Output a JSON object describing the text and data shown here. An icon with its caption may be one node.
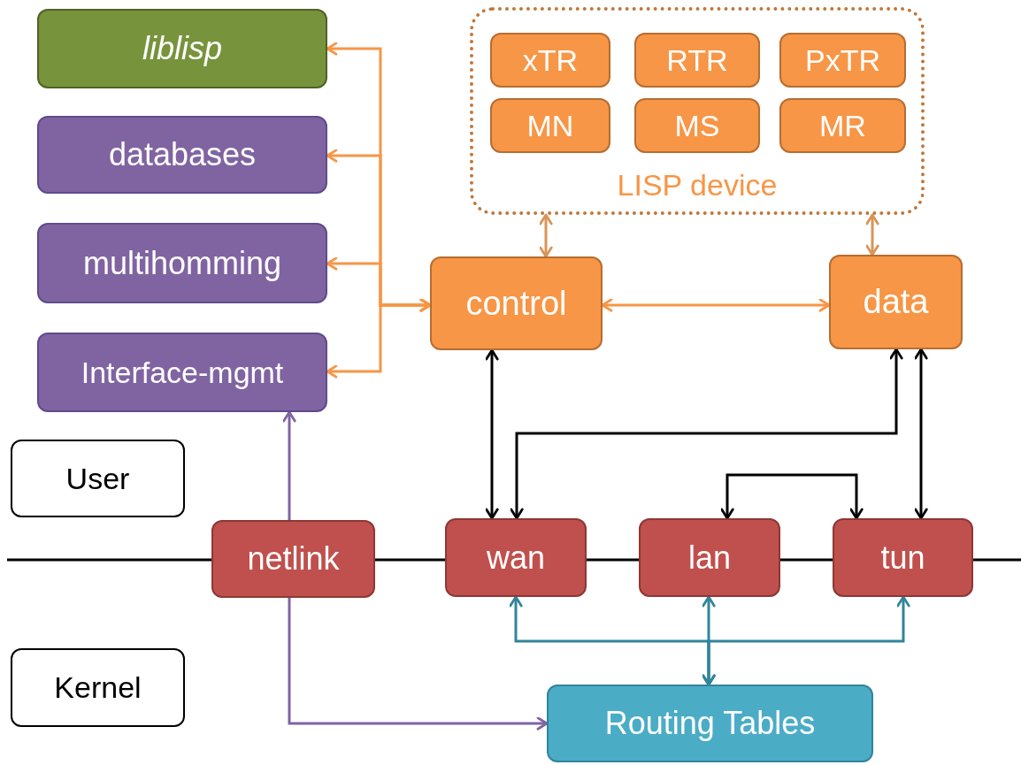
{
  "diagram": {
    "nodes": [
      {
        "text": [
          "liblisp"
        ]
      },
      {
        "text": [
          "databases"
        ]
      },
      {
        "text": [
          "multihomming"
        ]
      },
      {
        "text": [
          "Interface-mgmt"
        ]
      },
      {
        "text": [
          "LISP device"
        ]
      },
      {
        "text": [
          "xTR"
        ],
        "in": 4
      },
      {
        "text": [
          "RTR"
        ],
        "in": 4
      },
      {
        "text": [
          "PxTR"
        ],
        "in": 4
      },
      {
        "text": [
          "MN"
        ],
        "in": 4
      },
      {
        "text": [
          "MS"
        ],
        "in": 4
      },
      {
        "text": [
          "MR"
        ],
        "in": 4
      },
      {
        "text": [
          "control"
        ]
      },
      {
        "text": [
          "data"
        ]
      },
      {
        "text": [
          "User"
        ]
      },
      {
        "text": [
          "netlink"
        ]
      },
      {
        "text": [
          "wan"
        ]
      },
      {
        "text": [
          "lan"
        ]
      },
      {
        "text": [
          "tun"
        ]
      },
      {
        "text": [
          "Kernel"
        ]
      },
      {
        "text": [
          "Routing Tables"
        ]
      }
    ],
    "edges": [
      {
        "from": 11,
        "to": 0,
        "arrow": "both",
        "color": "#f79646"
      },
      {
        "from": 11,
        "to": 1,
        "arrow": "both",
        "color": "#f79646"
      },
      {
        "from": 11,
        "to": 2,
        "arrow": "both",
        "color": "#f79646"
      },
      {
        "from": 11,
        "to": 3,
        "arrow": "both",
        "color": "#f79646"
      },
      {
        "from": 4,
        "to": 11,
        "arrow": "both",
        "color": "#d99456"
      },
      {
        "from": 4,
        "to": 12,
        "arrow": "both",
        "color": "#d99456"
      },
      {
        "from": 11,
        "to": 12,
        "arrow": "both",
        "color": "#f79646"
      },
      {
        "from": 11,
        "to": 15,
        "arrow": "both",
        "color": "#000000"
      },
      {
        "from": 12,
        "to": 15,
        "arrow": "both",
        "color": "#000000"
      },
      {
        "from": 12,
        "to": 17,
        "arrow": "both",
        "color": "#000000"
      },
      {
        "from": 16,
        "to": 17,
        "arrow": "both",
        "color": "#000000"
      },
      {
        "from": 14,
        "to": 3,
        "arrow": "to",
        "color": "#8064a2"
      },
      {
        "from": 14,
        "to": 19,
        "arrow": "to",
        "color": "#8064a2"
      },
      {
        "from": 19,
        "to": 15,
        "arrow": "both",
        "color": "#31849b"
      },
      {
        "from": 19,
        "to": 16,
        "arrow": "both",
        "color": "#31849b"
      },
      {
        "from": 19,
        "to": 17,
        "arrow": "both",
        "color": "#31849b"
      }
    ]
  }
}
